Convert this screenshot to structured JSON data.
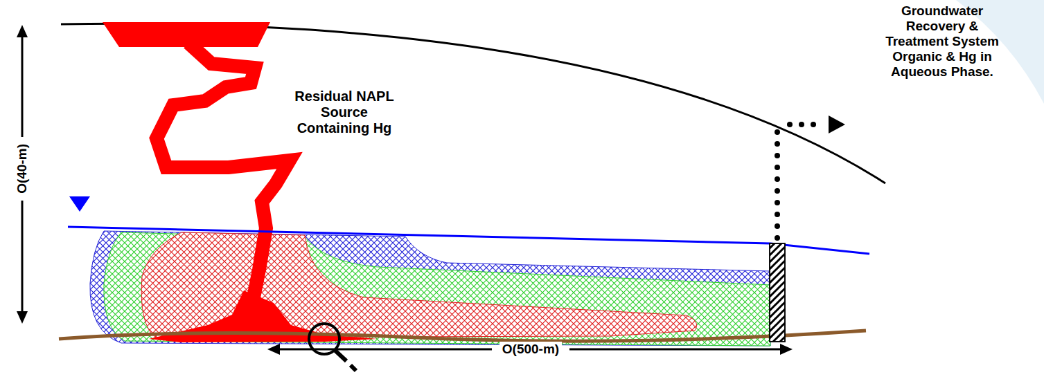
{
  "diagram": {
    "labels": [
      "Residual NAPL Source Containing Hg",
      "Groundwater Recovery & Treatment System Organic & Hg in Aqueous Phase.",
      "O(40-m)",
      "O(500-m)"
    ]
  }
}
